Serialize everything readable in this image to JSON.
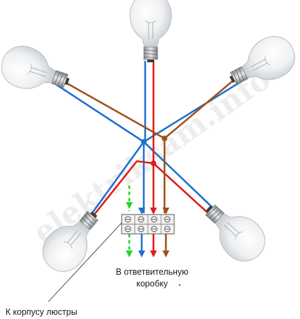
{
  "labels": {
    "junction_box_line1": "В ответвительную",
    "junction_box_line2": "коробку",
    "chandelier_body": "К корпусу люстры"
  },
  "watermark": "elektriksam.info",
  "colors": {
    "phase_red": "#e01b1b",
    "neutral_blue": "#1f6fd0",
    "switched_brown": "#a0501a",
    "ground_green": "#2bd12b"
  },
  "lamps": [
    "lamp-top",
    "lamp-left",
    "lamp-right",
    "lamp-bottom-left",
    "lamp-bottom-right"
  ],
  "terminal_block": {
    "pairs": 4
  }
}
